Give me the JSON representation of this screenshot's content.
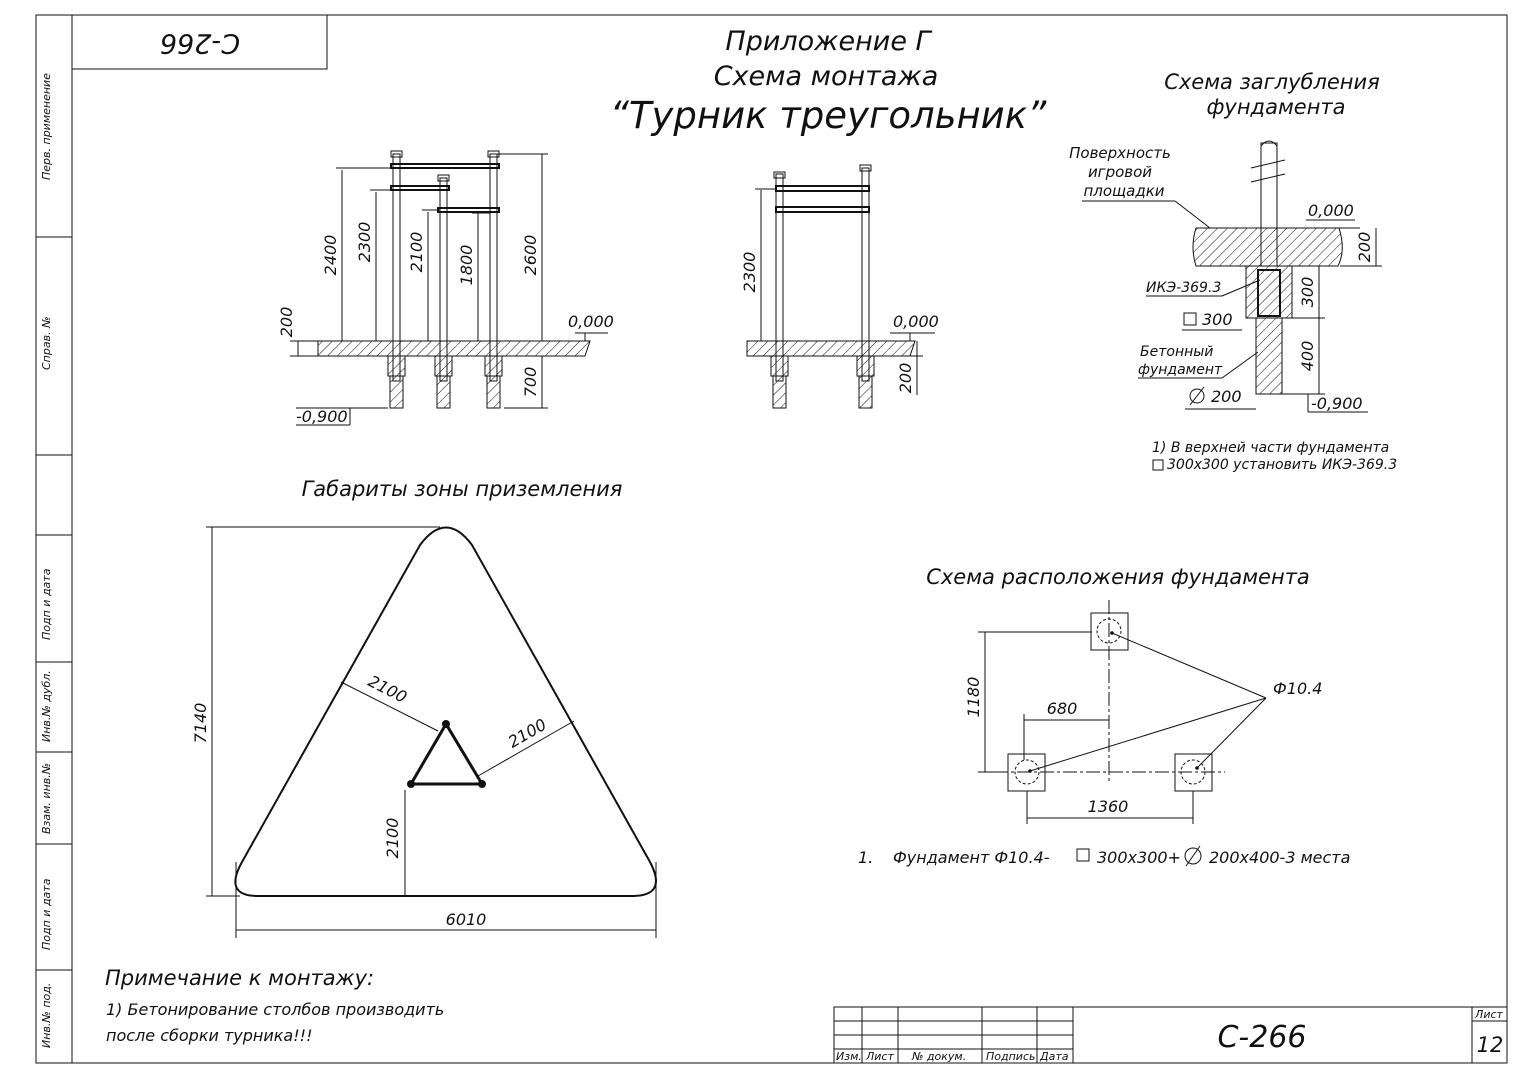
{
  "sheet_code": "С-266",
  "sheet_code_top": "С-266",
  "header": {
    "appendix": "Приложение Г",
    "scheme": "Схема монтажа",
    "product": "“Турник треугольник”"
  },
  "side_labels": {
    "perv_primenenie": "Перв. применение",
    "sprav_no": "Справ. №",
    "podp_data_1": "Подп и дата",
    "inv_dubl": "Инв.№ дубл.",
    "vzam_inv": "Взам. инв.№",
    "podp_data_2": "Подп и дата",
    "inv_pod": "Инв.№ под."
  },
  "elevation": {
    "dims": [
      "2400",
      "2300",
      "2100",
      "1800",
      "2600",
      "200",
      "700"
    ],
    "zero": "0,000",
    "depth": "-0,900"
  },
  "side_view": {
    "dims": [
      "2300",
      "200"
    ],
    "zero": "0,000"
  },
  "depth_scheme": {
    "title_line1": "Схема заглубления",
    "title_line2": "фундамента",
    "surface_line1": "Поверхность",
    "surface_line2": "игровой",
    "surface_line3": "площадки",
    "zero": "0,000",
    "dim_200": "200",
    "ike": "ИКЭ-369.3",
    "dim_300": "300",
    "square_300": "300",
    "beton_line1": "Бетонный",
    "beton_line2": "фундамент",
    "dim_400": "400",
    "dia_200": "200",
    "depth": "-0,900",
    "note_line1": "1) В верхней части фундамента",
    "note_line2": "300х300 установить ИКЭ-369.3"
  },
  "landing_zone": {
    "title": "Габариты зоны приземления",
    "dim_height": "7140",
    "dim_width": "6010",
    "dim_left": "2100",
    "dim_right": "2100",
    "dim_bottom": "2100"
  },
  "foundation_layout": {
    "title": "Схема расположения фундамента",
    "dim_1180": "1180",
    "dim_680": "680",
    "dim_1360": "1360",
    "marker": "Ф10.4",
    "note_num": "1.",
    "note_a": "Фундамент Ф10.4-",
    "note_b": "300х300+",
    "note_c": "200х400-3 места"
  },
  "mounting_note": {
    "title": "Примечание к монтажу:",
    "line1": "1) Бетонирование столбов производить",
    "line2": "после сборки турника!!!"
  },
  "stamp": {
    "izm": "Изм.",
    "list": "Лист",
    "doc": "№ докум.",
    "podpis": "Подпись",
    "data": "Дата",
    "code": "С-266",
    "sheet_label": "Лист",
    "sheet_num": "12"
  }
}
